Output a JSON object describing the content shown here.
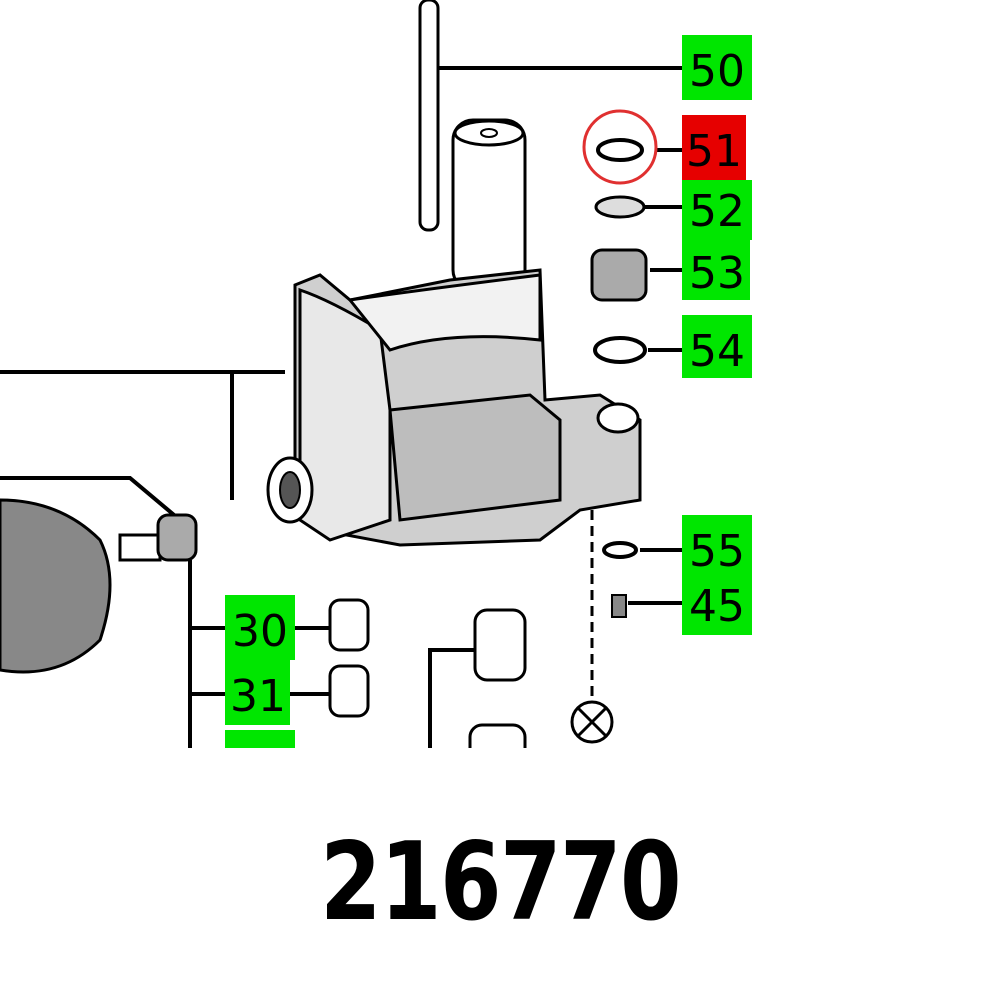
{
  "colors": {
    "label_green": "#00e600",
    "highlight_red": "#e60000",
    "circle_red": "#e03030"
  },
  "labels": {
    "l50": "50",
    "l51": "51",
    "l52": "52",
    "l53": "53",
    "l54": "54",
    "l55": "55",
    "l45": "45",
    "l30": "30",
    "l31": "31"
  },
  "highlighted_part": "51",
  "part_number": "216770"
}
